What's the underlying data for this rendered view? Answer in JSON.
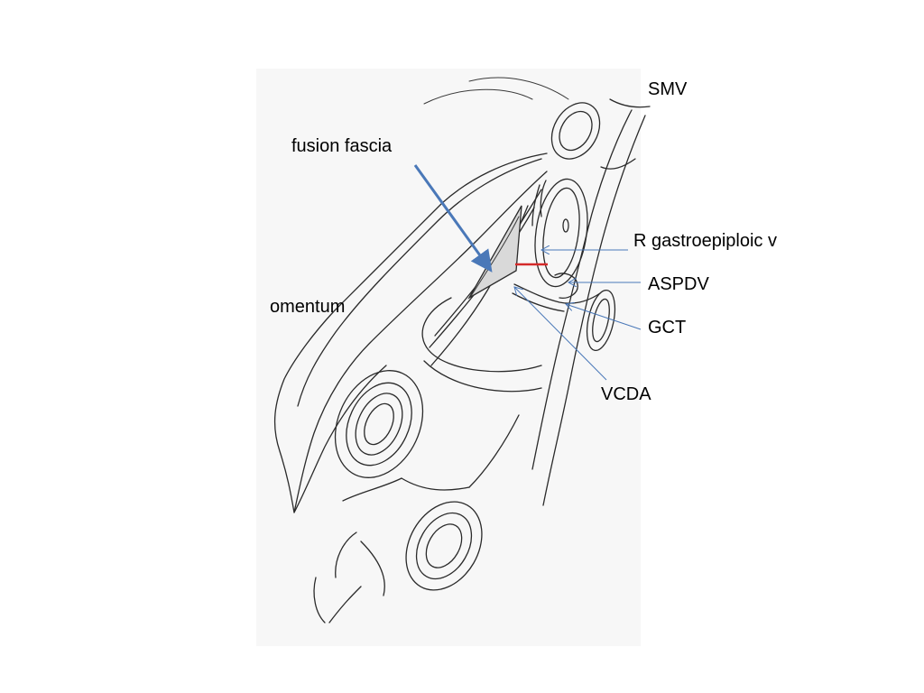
{
  "labels": {
    "smv": "SMV",
    "fusion_fascia": "fusion fascia",
    "r_gastroepiploic_v": "R gastroepiploic v",
    "aspdv": "ASPDV",
    "omentum": "omentum",
    "gct": "GCT",
    "vcda": "VCDA"
  },
  "colors": {
    "background": "#ffffff",
    "drawing_paper": "#f7f7f7",
    "line_art": "#2a2a2a",
    "fascia_shading": "#d9d9d9",
    "big_arrow": "#4a78b8",
    "thin_arrows": "#4a78b8",
    "red_marker": "#d42a2a"
  }
}
